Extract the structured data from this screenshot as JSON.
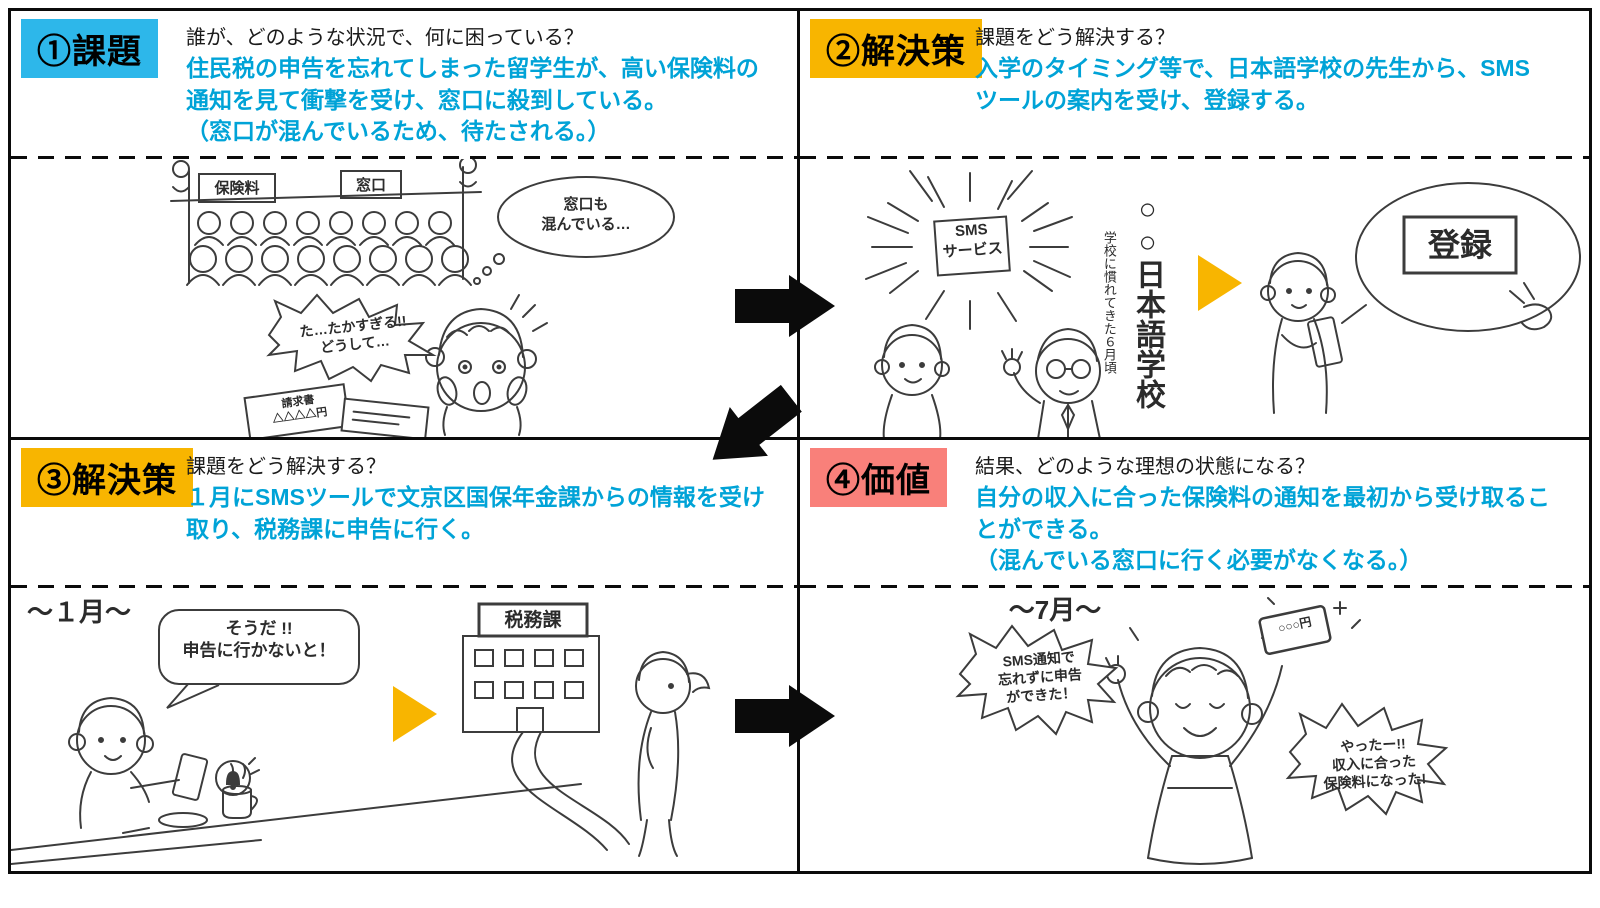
{
  "colors": {
    "badge_problem": "#2db7ea",
    "badge_solution": "#f8b500",
    "badge_value": "#f9807a",
    "answer_text": "#00a3d7",
    "flow_arrow": "#0b0b0b",
    "inner_arrow": "#f8b500"
  },
  "panels": [
    {
      "badge": "①課題",
      "question": "誰が、どのような状況で、何に困っている？",
      "answer": "住民税の申告を忘れてしまった留学生が、高い保険料の\n通知を見て衝撃を受け、窓口に殺到している。\n（窓口が混んでいるため、待たされる。）"
    },
    {
      "badge": "②解決策",
      "question": "課題をどう解決する？",
      "answer": "入学のタイミング等で、日本語学校の先生から、SMS\nツールの案内を受け、登録する。"
    },
    {
      "badge": "③解決策",
      "question": "課題をどう解決する？",
      "answer": "１月にSMSツールで文京区国保年金課からの情報を受け\n取り、税務課に申告に行く。"
    },
    {
      "badge": "④価値",
      "question": "結果、どのような理想の状態になる？",
      "answer": "自分の収入に合った保険料の通知を最初から受け取るこ\nとができる。\n（混んでいる窓口に行く必要がなくなる。）"
    }
  ],
  "sketches": {
    "p1": {
      "sign_left": "保険料",
      "sign_right": "窓口",
      "thought": "窓口も\n混んでいる…",
      "shout": "た…たかすぎる!!\nどうして…",
      "doc": "請求書\n△△△△円"
    },
    "p2": {
      "burst": "SMS\nサービス",
      "note": "学校に慣れてきた６月頃",
      "school": "○○日本語学校",
      "register": "登録"
    },
    "p3": {
      "time": "～１月～",
      "speech": "そうだ !!\n申告に行かないと！",
      "building": "税務課"
    },
    "p4": {
      "time": "～7月～",
      "bubble_left": "SMS通知で\n忘れずに申告\nができた！",
      "bubble_right": "やったー!!\n収入に合った\n保険料になった!",
      "phone": "○○○円"
    }
  }
}
